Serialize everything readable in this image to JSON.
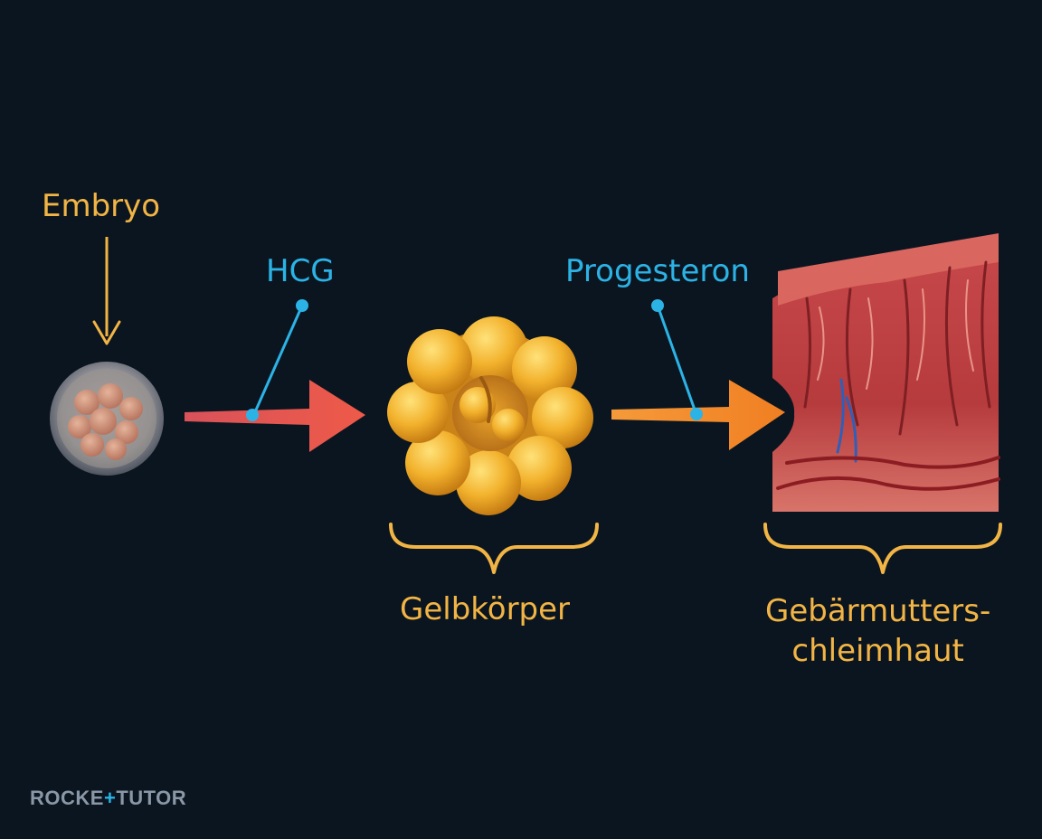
{
  "labels": {
    "embryo": "Embryo",
    "hcg": "HCG",
    "progesteron": "Progesteron",
    "gelbkoerper": "Gelbkörper",
    "gebaermutter_line1": "Gebärmutters-",
    "gebaermutter_line2": "chleimhaut"
  },
  "logo": {
    "part1": "ROCKE",
    "plus": "+",
    "part2": "TUTOR"
  },
  "colors": {
    "background": "#0b1520",
    "label_yellow": "#f2b545",
    "label_blue": "#2cb3e6",
    "arrow_red": "#e35a55",
    "arrow_orange": "#f28a2c"
  }
}
